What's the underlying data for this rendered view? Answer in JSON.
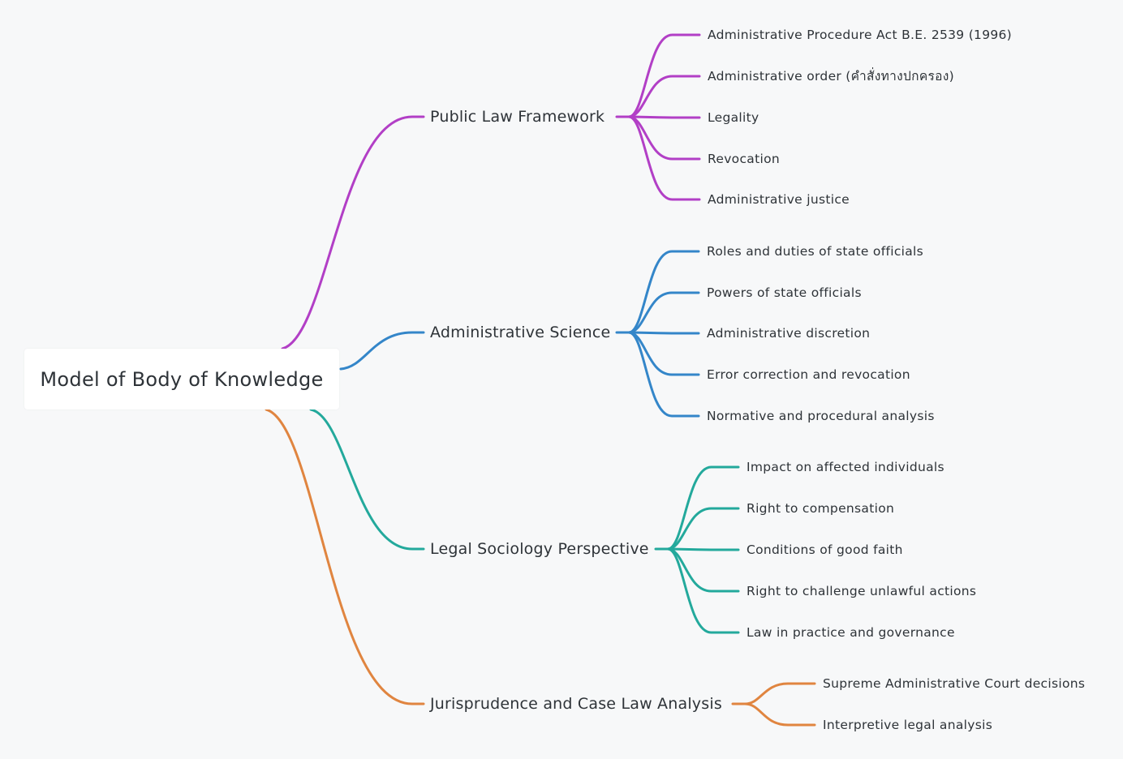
{
  "root": {
    "label": "Model of Body of Knowledge"
  },
  "branches": [
    {
      "label": "Public Law Framework",
      "color": "#b23fc6",
      "children": [
        "Administrative Procedure Act B.E. 2539 (1996)",
        "Administrative order (คำสั่งทางปกครอง)",
        "Legality",
        "Revocation",
        "Administrative justice"
      ]
    },
    {
      "label": "Administrative Science",
      "color": "#3486c9",
      "children": [
        "Roles and duties of state officials",
        "Powers of state officials",
        "Administrative discretion",
        "Error correction and revocation",
        "Normative and procedural analysis"
      ]
    },
    {
      "label": "Legal Sociology Perspective",
      "color": "#23a99c",
      "children": [
        "Impact on affected individuals",
        "Right to compensation",
        "Conditions of good faith",
        "Right to challenge unlawful actions",
        "Law in practice and governance"
      ]
    },
    {
      "label": "Jurisprudence and Case Law Analysis",
      "color": "#e08540",
      "children": [
        "Supreme Administrative Court decisions",
        "Interpretive legal analysis"
      ]
    }
  ]
}
